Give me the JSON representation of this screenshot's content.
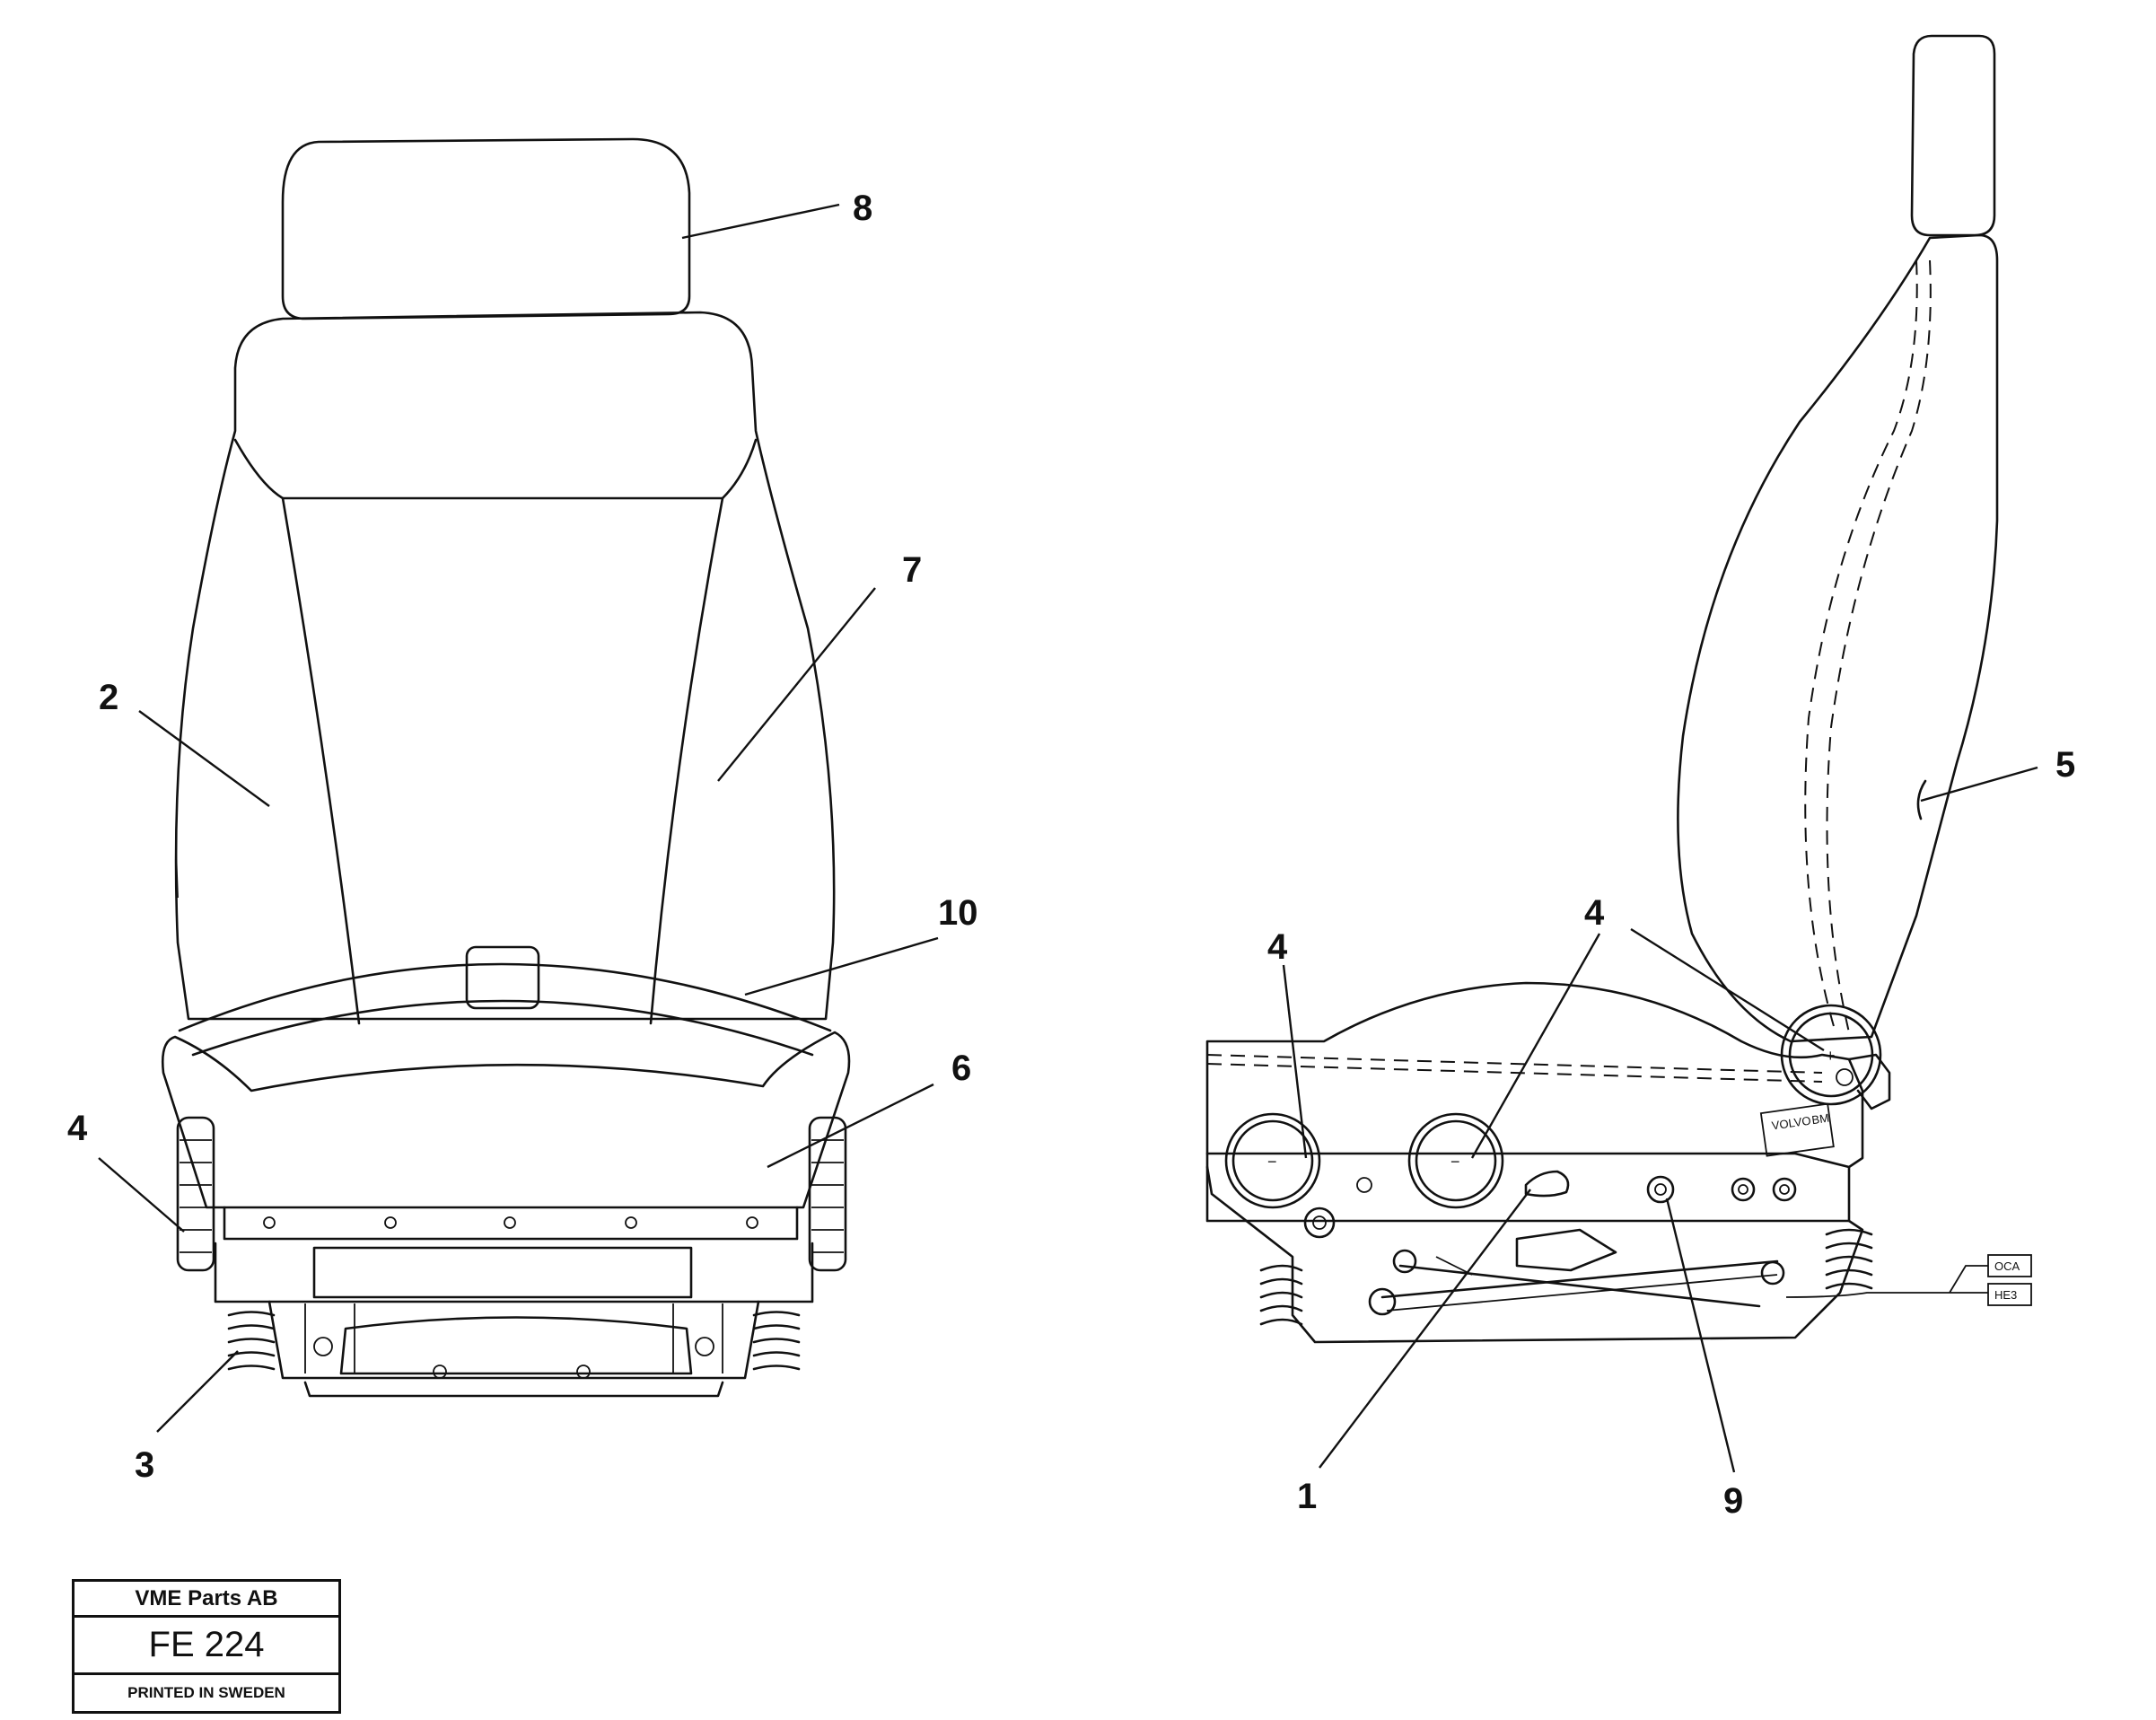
{
  "callouts": {
    "c1": "1",
    "c2": "2",
    "c3": "3",
    "c4_front": "4",
    "c4_side_left": "4",
    "c4_side_right": "4",
    "c5": "5",
    "c6": "6",
    "c7": "7",
    "c8": "8",
    "c9": "9",
    "c10": "10"
  },
  "labels": {
    "knob_plus": "+",
    "knob_minus_left": "−",
    "knob_minus_right": "−",
    "plate_brand": "VOLVO",
    "plate_code": "BM",
    "connector_top": "OCA",
    "connector_bottom": "HE3"
  },
  "title_block": {
    "company": "VME Parts AB",
    "drawing_number": "FE 224",
    "footer": "PRINTED IN SWEDEN"
  }
}
